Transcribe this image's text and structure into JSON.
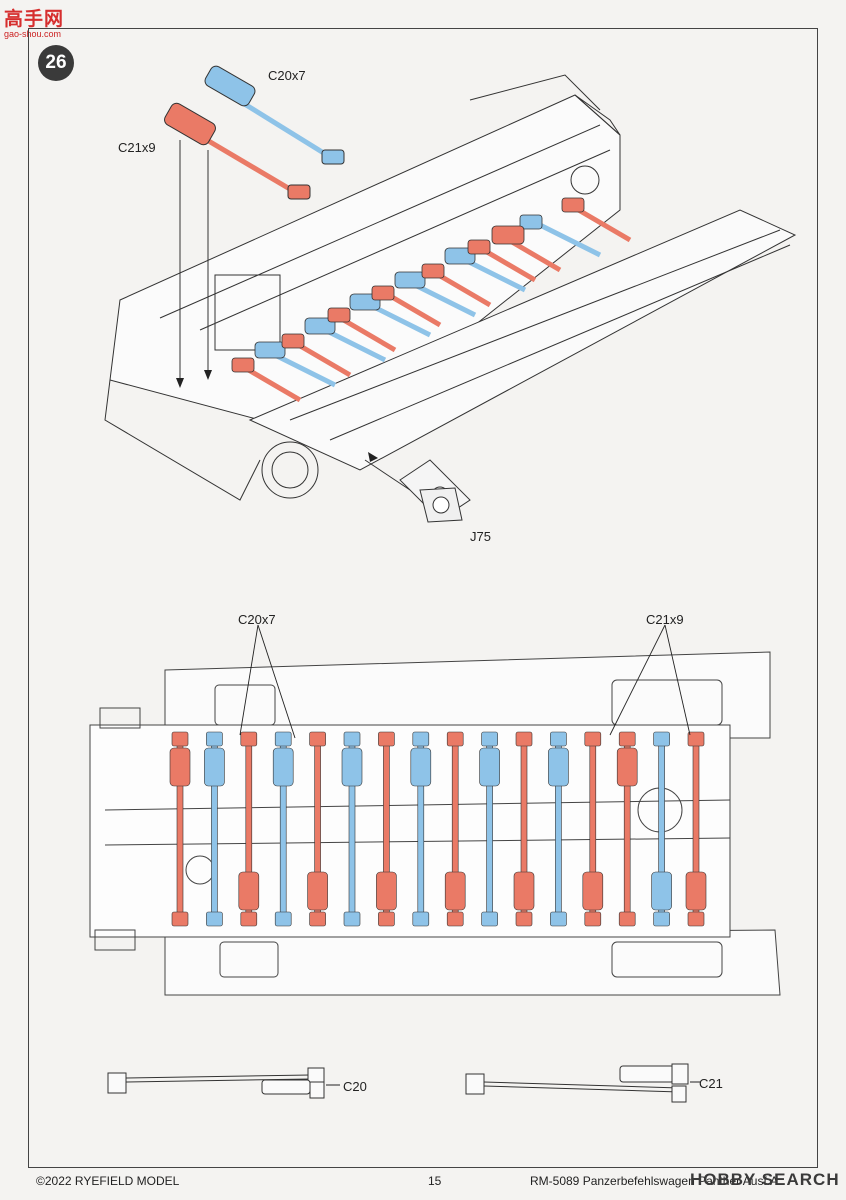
{
  "watermark": {
    "site_name": "高手网",
    "site_url": "gao-shou.com"
  },
  "step": {
    "number": "26"
  },
  "labels": {
    "iso_c20": "C20x7",
    "iso_c21": "C21x9",
    "j75": "J75",
    "top_c20": "C20x7",
    "top_c21": "C21x9",
    "part_c20": "C20",
    "part_c21": "C21"
  },
  "footer": {
    "copyright": "©2022 RYEFIELD MODEL",
    "page_number": "15",
    "product": "RM-5089 Panzerbefehlswagen Panther Ausf.A",
    "logo": "HOBBY SEARCH"
  },
  "colors": {
    "red": "#ea7a66",
    "blue": "#8ec3e8",
    "line": "#333333"
  }
}
